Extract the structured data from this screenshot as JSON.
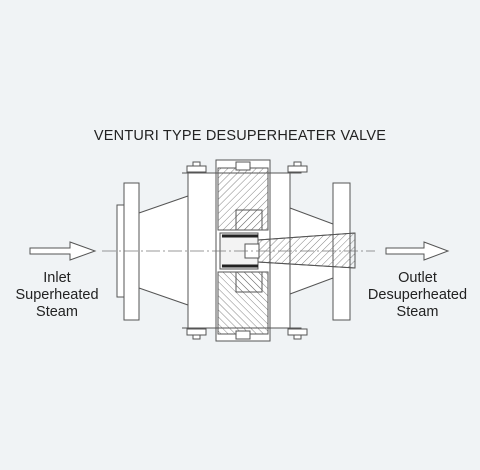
{
  "diagram": {
    "title": "VENTURI TYPE DESUPERHEATER VALVE",
    "inlet_label": [
      "Inlet",
      "Superheated",
      "Steam"
    ],
    "outlet_label": [
      "Outlet",
      "Desuperheated",
      "Steam"
    ]
  },
  "colors": {
    "background": "#f0f3f5",
    "line": "#555555",
    "fill": "#ffffff",
    "centerline": "#777777"
  }
}
